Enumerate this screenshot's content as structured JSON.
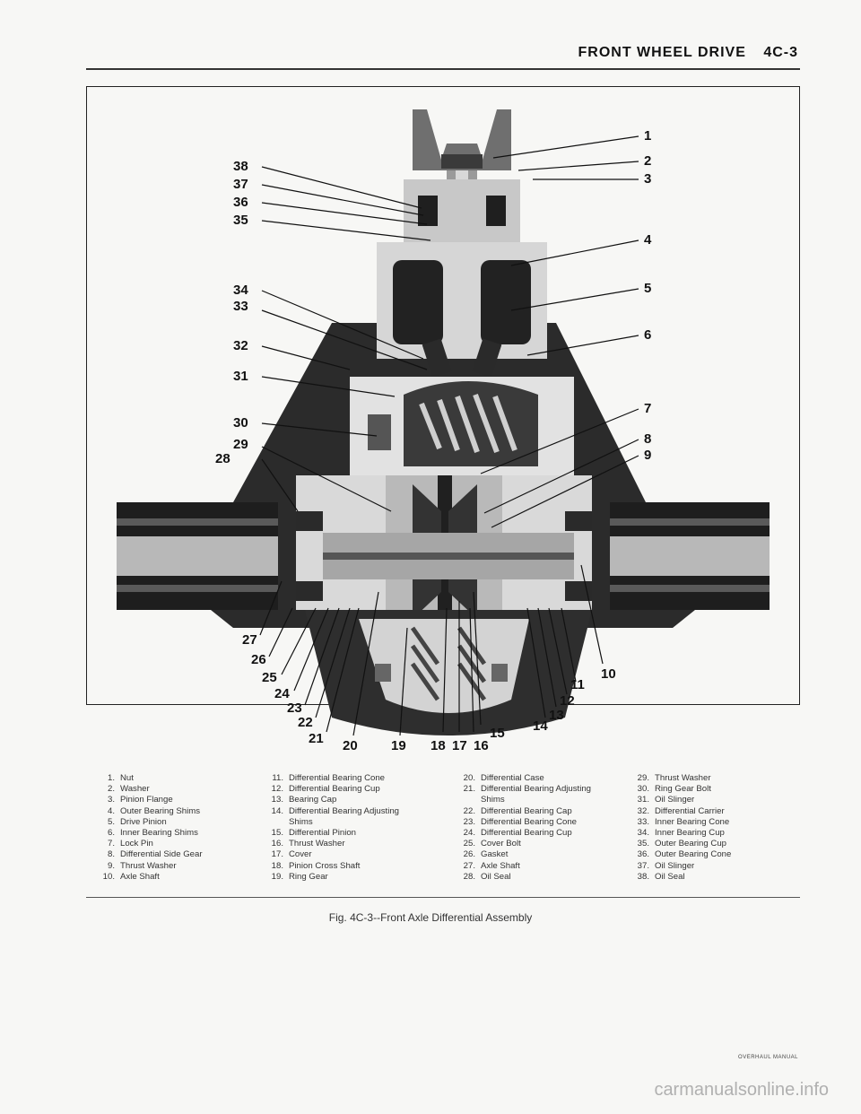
{
  "page_header": {
    "title": "FRONT WHEEL DRIVE",
    "page_number": "4C-3"
  },
  "callouts": {
    "left": [
      "38",
      "37",
      "36",
      "35",
      "34",
      "33",
      "32",
      "31",
      "30",
      "29",
      "28"
    ],
    "right": [
      "1",
      "2",
      "3",
      "4",
      "5",
      "6",
      "7",
      "8",
      "9"
    ],
    "bottom": [
      "27",
      "26",
      "25",
      "24",
      "23",
      "22",
      "21",
      "20",
      "19",
      "18",
      "17",
      "16",
      "15",
      "14",
      "13",
      "12",
      "11",
      "10"
    ]
  },
  "legend": {
    "col1": [
      {
        "num": "1.",
        "text": "Nut"
      },
      {
        "num": "2.",
        "text": "Washer"
      },
      {
        "num": "3.",
        "text": "Pinion Flange"
      },
      {
        "num": "4.",
        "text": "Outer Bearing Shims"
      },
      {
        "num": "5.",
        "text": "Drive Pinion"
      },
      {
        "num": "6.",
        "text": "Inner Bearing Shims"
      },
      {
        "num": "7.",
        "text": "Lock Pin"
      },
      {
        "num": "8.",
        "text": "Differential Side Gear"
      },
      {
        "num": "9.",
        "text": "Thrust Washer"
      },
      {
        "num": "10.",
        "text": "Axle Shaft"
      }
    ],
    "col2": [
      {
        "num": "11.",
        "text": "Differential Bearing Cone"
      },
      {
        "num": "12.",
        "text": "Differential Bearing Cup"
      },
      {
        "num": "13.",
        "text": "Bearing Cap"
      },
      {
        "num": "14.",
        "text": "Differential Bearing Adjusting",
        "cont": "Shims"
      },
      {
        "num": "15.",
        "text": "Differential Pinion"
      },
      {
        "num": "16.",
        "text": "Thrust Washer"
      },
      {
        "num": "17.",
        "text": "Cover"
      },
      {
        "num": "18.",
        "text": "Pinion Cross Shaft"
      },
      {
        "num": "19.",
        "text": "Ring Gear"
      }
    ],
    "col3": [
      {
        "num": "20.",
        "text": "Differential Case"
      },
      {
        "num": "21.",
        "text": "Differential Bearing Adjusting",
        "cont": "Shims"
      },
      {
        "num": "22.",
        "text": "Differential Bearing Cap"
      },
      {
        "num": "23.",
        "text": "Differential Bearing Cone"
      },
      {
        "num": "24.",
        "text": "Differential Bearing Cup"
      },
      {
        "num": "25.",
        "text": "Cover Bolt"
      },
      {
        "num": "26.",
        "text": "Gasket"
      },
      {
        "num": "27.",
        "text": "Axle Shaft"
      },
      {
        "num": "28.",
        "text": "Oil Seal"
      }
    ],
    "col4": [
      {
        "num": "29.",
        "text": "Thrust Washer"
      },
      {
        "num": "30.",
        "text": "Ring Gear Bolt"
      },
      {
        "num": "31.",
        "text": "Oil Slinger"
      },
      {
        "num": "32.",
        "text": "Differential Carrier"
      },
      {
        "num": "33.",
        "text": "Inner Bearing Cone"
      },
      {
        "num": "34.",
        "text": "Inner Bearing Cup"
      },
      {
        "num": "35.",
        "text": "Outer Bearing Cup"
      },
      {
        "num": "36.",
        "text": "Outer Bearing Cone"
      },
      {
        "num": "37.",
        "text": "Oil Slinger"
      },
      {
        "num": "38.",
        "text": "Oil Seal"
      }
    ]
  },
  "caption": "Fig. 4C-3--Front Axle Differential Assembly",
  "footer_tag": "OVERHAUL MANUAL",
  "watermark": "carmanualsonline.info"
}
